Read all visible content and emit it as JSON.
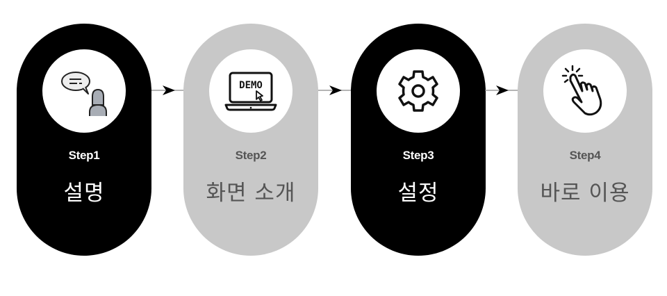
{
  "colors": {
    "active_pill": "#000000",
    "inactive_pill": "#c8c8c8",
    "circle": "#ffffff",
    "active_text": "#ffffff",
    "inactive_text": "#555555",
    "connector_line": "#888888",
    "arrowhead": "#000000"
  },
  "steps": [
    {
      "label": "Step1",
      "title": "설명",
      "icon": "presenter-speech-bubble-icon",
      "style": "dark"
    },
    {
      "label": "Step2",
      "title": "화면 소개",
      "icon": "laptop-demo-icon",
      "icon_text": "DEMO",
      "style": "light"
    },
    {
      "label": "Step3",
      "title": "설정",
      "icon": "gear-icon",
      "style": "dark"
    },
    {
      "label": "Step4",
      "title": "바로 이용",
      "icon": "hand-tap-icon",
      "style": "light"
    }
  ]
}
